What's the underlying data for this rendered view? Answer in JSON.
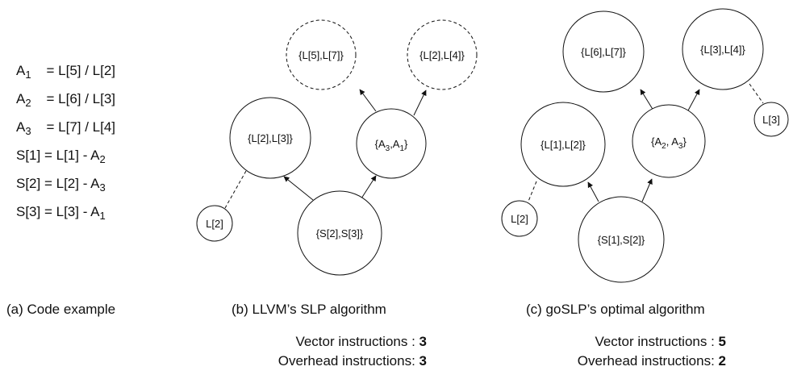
{
  "code": {
    "lines": [
      {
        "lhs": "A",
        "lhs_sub": "1",
        "eq": "= L[5] / L[2]",
        "rhs_sub": ""
      },
      {
        "lhs": "A",
        "lhs_sub": "2",
        "eq": "= L[6] / L[3]",
        "rhs_sub": ""
      },
      {
        "lhs": "A",
        "lhs_sub": "3",
        "eq": "= L[7] / L[4]",
        "rhs_sub": ""
      },
      {
        "lhs": "S[1] = L[1] - A",
        "lhs_sub": "",
        "eq": "",
        "rhs_sub": "2"
      },
      {
        "lhs": "S[2] = L[2] - A",
        "lhs_sub": "",
        "eq": "",
        "rhs_sub": "3"
      },
      {
        "lhs": "S[3] = L[3] - A",
        "lhs_sub": "",
        "eq": "",
        "rhs_sub": "1"
      }
    ]
  },
  "captions": {
    "a": "(a) Code example",
    "b": "(b) LLVM’s SLP algorithm",
    "c": "(c) goSLP’s optimal algorithm"
  },
  "stats": {
    "b": {
      "vector_label": "Vector instructions : ",
      "vector_value": "3",
      "overhead_label": "Overhead instructions: ",
      "overhead_value": "3"
    },
    "c": {
      "vector_label": "Vector instructions : ",
      "vector_value": "5",
      "overhead_label": "Overhead instructions: ",
      "overhead_value": "2"
    }
  },
  "diagram_b": {
    "nodes": [
      {
        "id": "b_l57",
        "label": "{L[5],L[7]}",
        "dashed": true
      },
      {
        "id": "b_l24",
        "label": "{L[2],L[4]}",
        "dashed": true
      },
      {
        "id": "b_l23",
        "label": "{L[2],L[3]}",
        "dashed": false
      },
      {
        "id": "b_a31",
        "label_parts": [
          "{A",
          "3",
          ",A",
          "1",
          "}"
        ],
        "dashed": false
      },
      {
        "id": "b_s23",
        "label": "{S[2],S[3]}",
        "dashed": false
      },
      {
        "id": "b_l2",
        "label": "L[2]",
        "dashed": false
      }
    ]
  },
  "diagram_c": {
    "nodes": [
      {
        "id": "c_l67",
        "label": "{L[6],L[7]}",
        "dashed": false
      },
      {
        "id": "c_l34",
        "label": "{L[3],L[4]}",
        "dashed": false
      },
      {
        "id": "c_l12",
        "label": "{L[1],L[2]}",
        "dashed": false
      },
      {
        "id": "c_a23",
        "label_parts": [
          "{A",
          "2",
          ", A",
          "3",
          "}"
        ],
        "dashed": false
      },
      {
        "id": "c_s12",
        "label": "{S[1],S[2]}",
        "dashed": false
      },
      {
        "id": "c_l2",
        "label": "L[2]",
        "dashed": false
      },
      {
        "id": "c_l3",
        "label": "L[3]",
        "dashed": false
      }
    ]
  }
}
